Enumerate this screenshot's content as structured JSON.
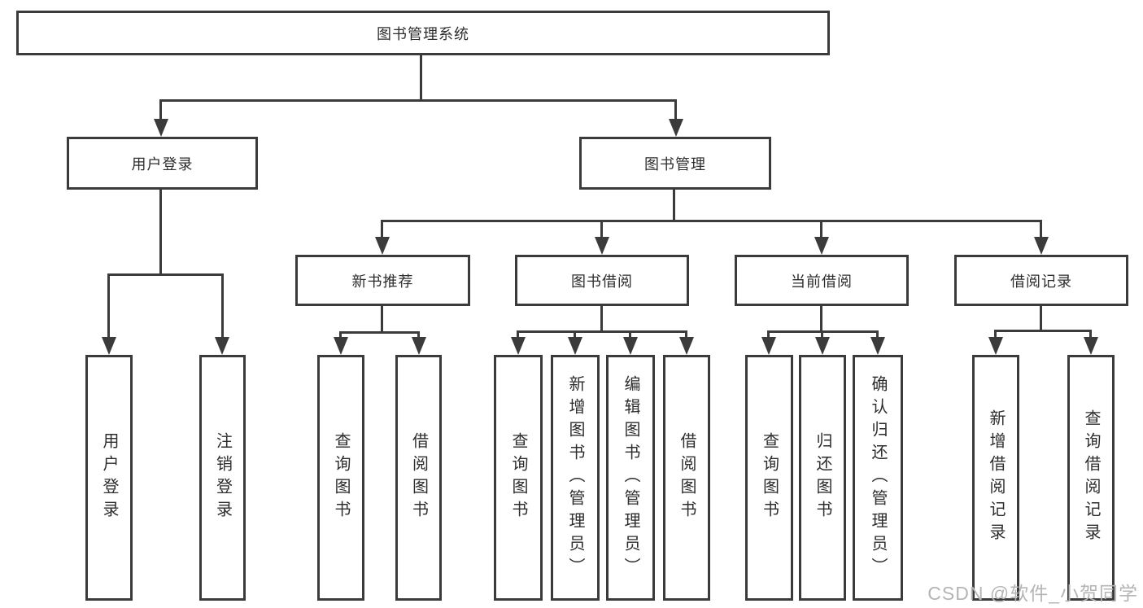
{
  "tree": {
    "root": {
      "label": "图书管理系统"
    },
    "branches": [
      {
        "label": "用户登录",
        "children": [
          {
            "label": "用户登录"
          },
          {
            "label": "注销登录"
          }
        ]
      },
      {
        "label": "图书管理",
        "children": [
          {
            "label": "新书推荐",
            "children": [
              {
                "label": "查询图书"
              },
              {
                "label": "借阅图书"
              }
            ]
          },
          {
            "label": "图书借阅",
            "children": [
              {
                "label": "查询图书"
              },
              {
                "label": "新增图书（管理员）"
              },
              {
                "label": "编辑图书（管理员）"
              },
              {
                "label": "借阅图书"
              }
            ]
          },
          {
            "label": "当前借阅",
            "children": [
              {
                "label": "查询图书"
              },
              {
                "label": "归还图书"
              },
              {
                "label": "确认归还（管理员）"
              }
            ]
          },
          {
            "label": "借阅记录",
            "children": [
              {
                "label": "新增借阅记录"
              },
              {
                "label": "查询借阅记录"
              }
            ]
          }
        ]
      }
    ]
  },
  "watermark": {
    "text": "CSDN @软件_小贺同学",
    "color": "#b5b5b5"
  },
  "colors": {
    "line": "#3b3b3b",
    "box_border": "#3b3b3b",
    "text": "#2d2d2d",
    "background": "#ffffff"
  }
}
